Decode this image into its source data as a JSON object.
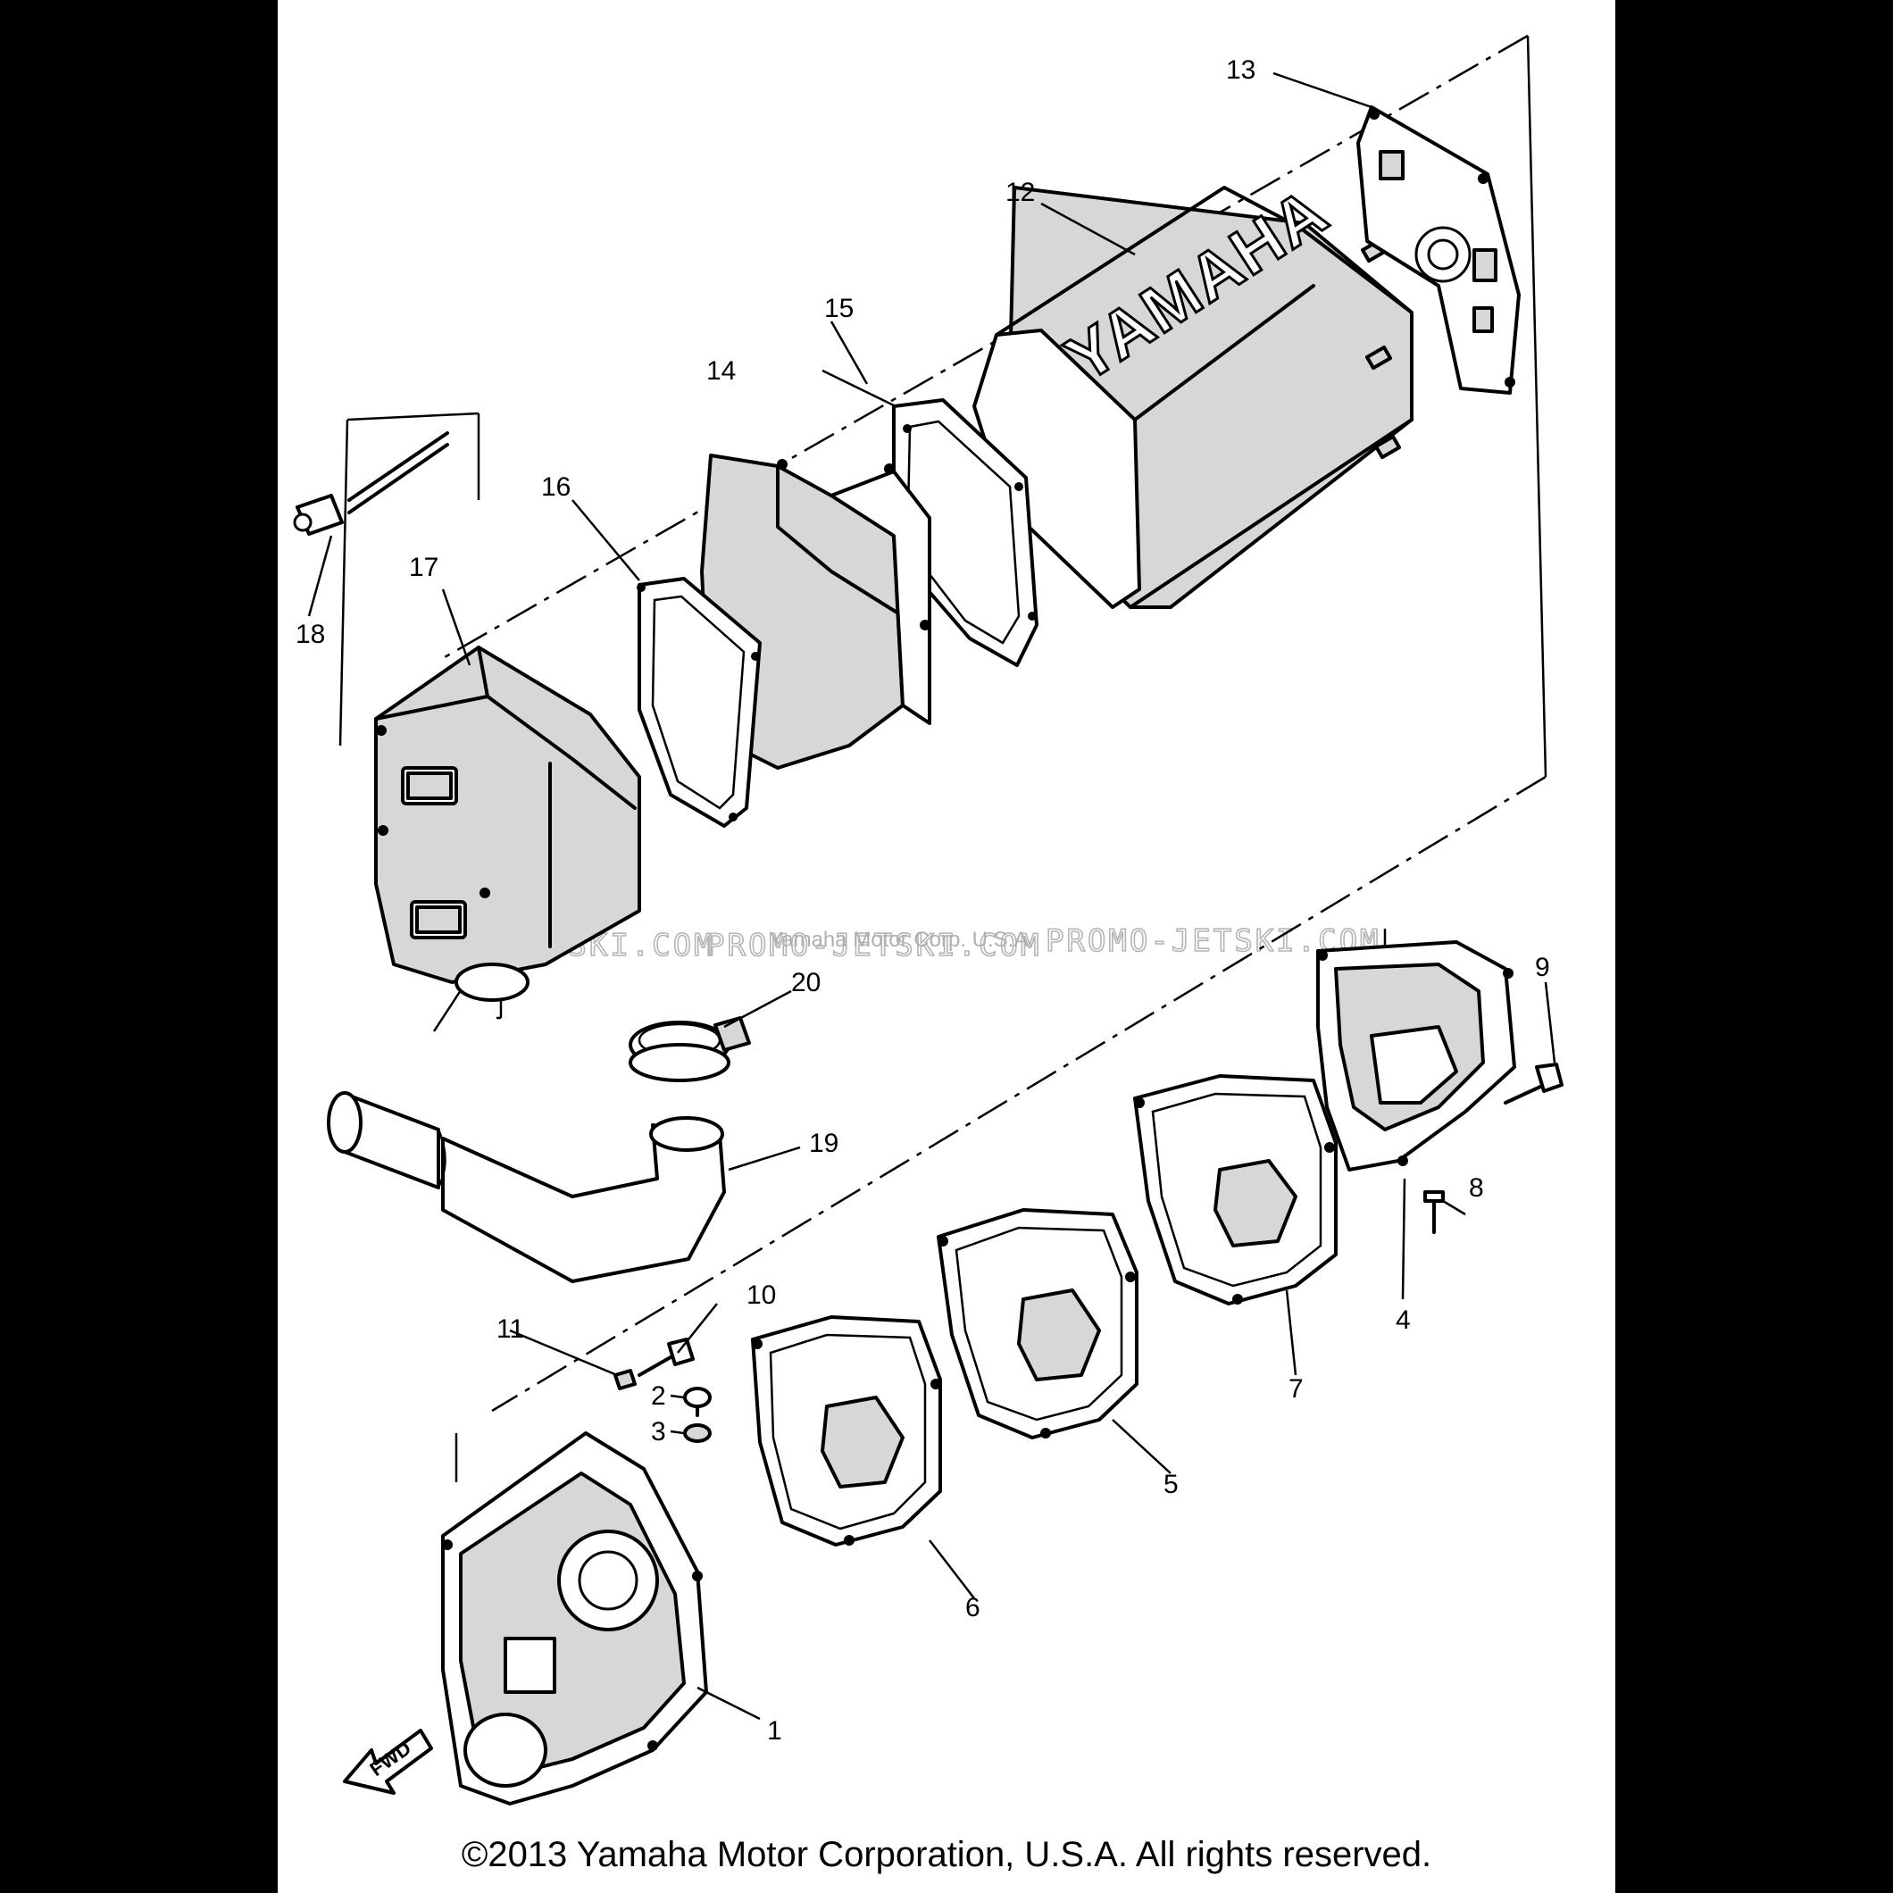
{
  "diagram": {
    "callouts": [
      "1",
      "2",
      "3",
      "4",
      "5",
      "6",
      "7",
      "8",
      "9",
      "10",
      "11",
      "12",
      "13",
      "14",
      "15",
      "16",
      "17",
      "18",
      "19",
      "20"
    ],
    "brand_text": "YAMAHA",
    "fwd_label": "FWD",
    "watermarks": [
      "JETSKI.COM",
      "PROMO-JETSKI.COM",
      "PROMO-JETSKI.COM"
    ],
    "watermark_center": "Yamaha Motor Corp. U.S.A.",
    "copyright": "©2013 Yamaha Motor Corporation, U.S.A. All rights reserved."
  }
}
